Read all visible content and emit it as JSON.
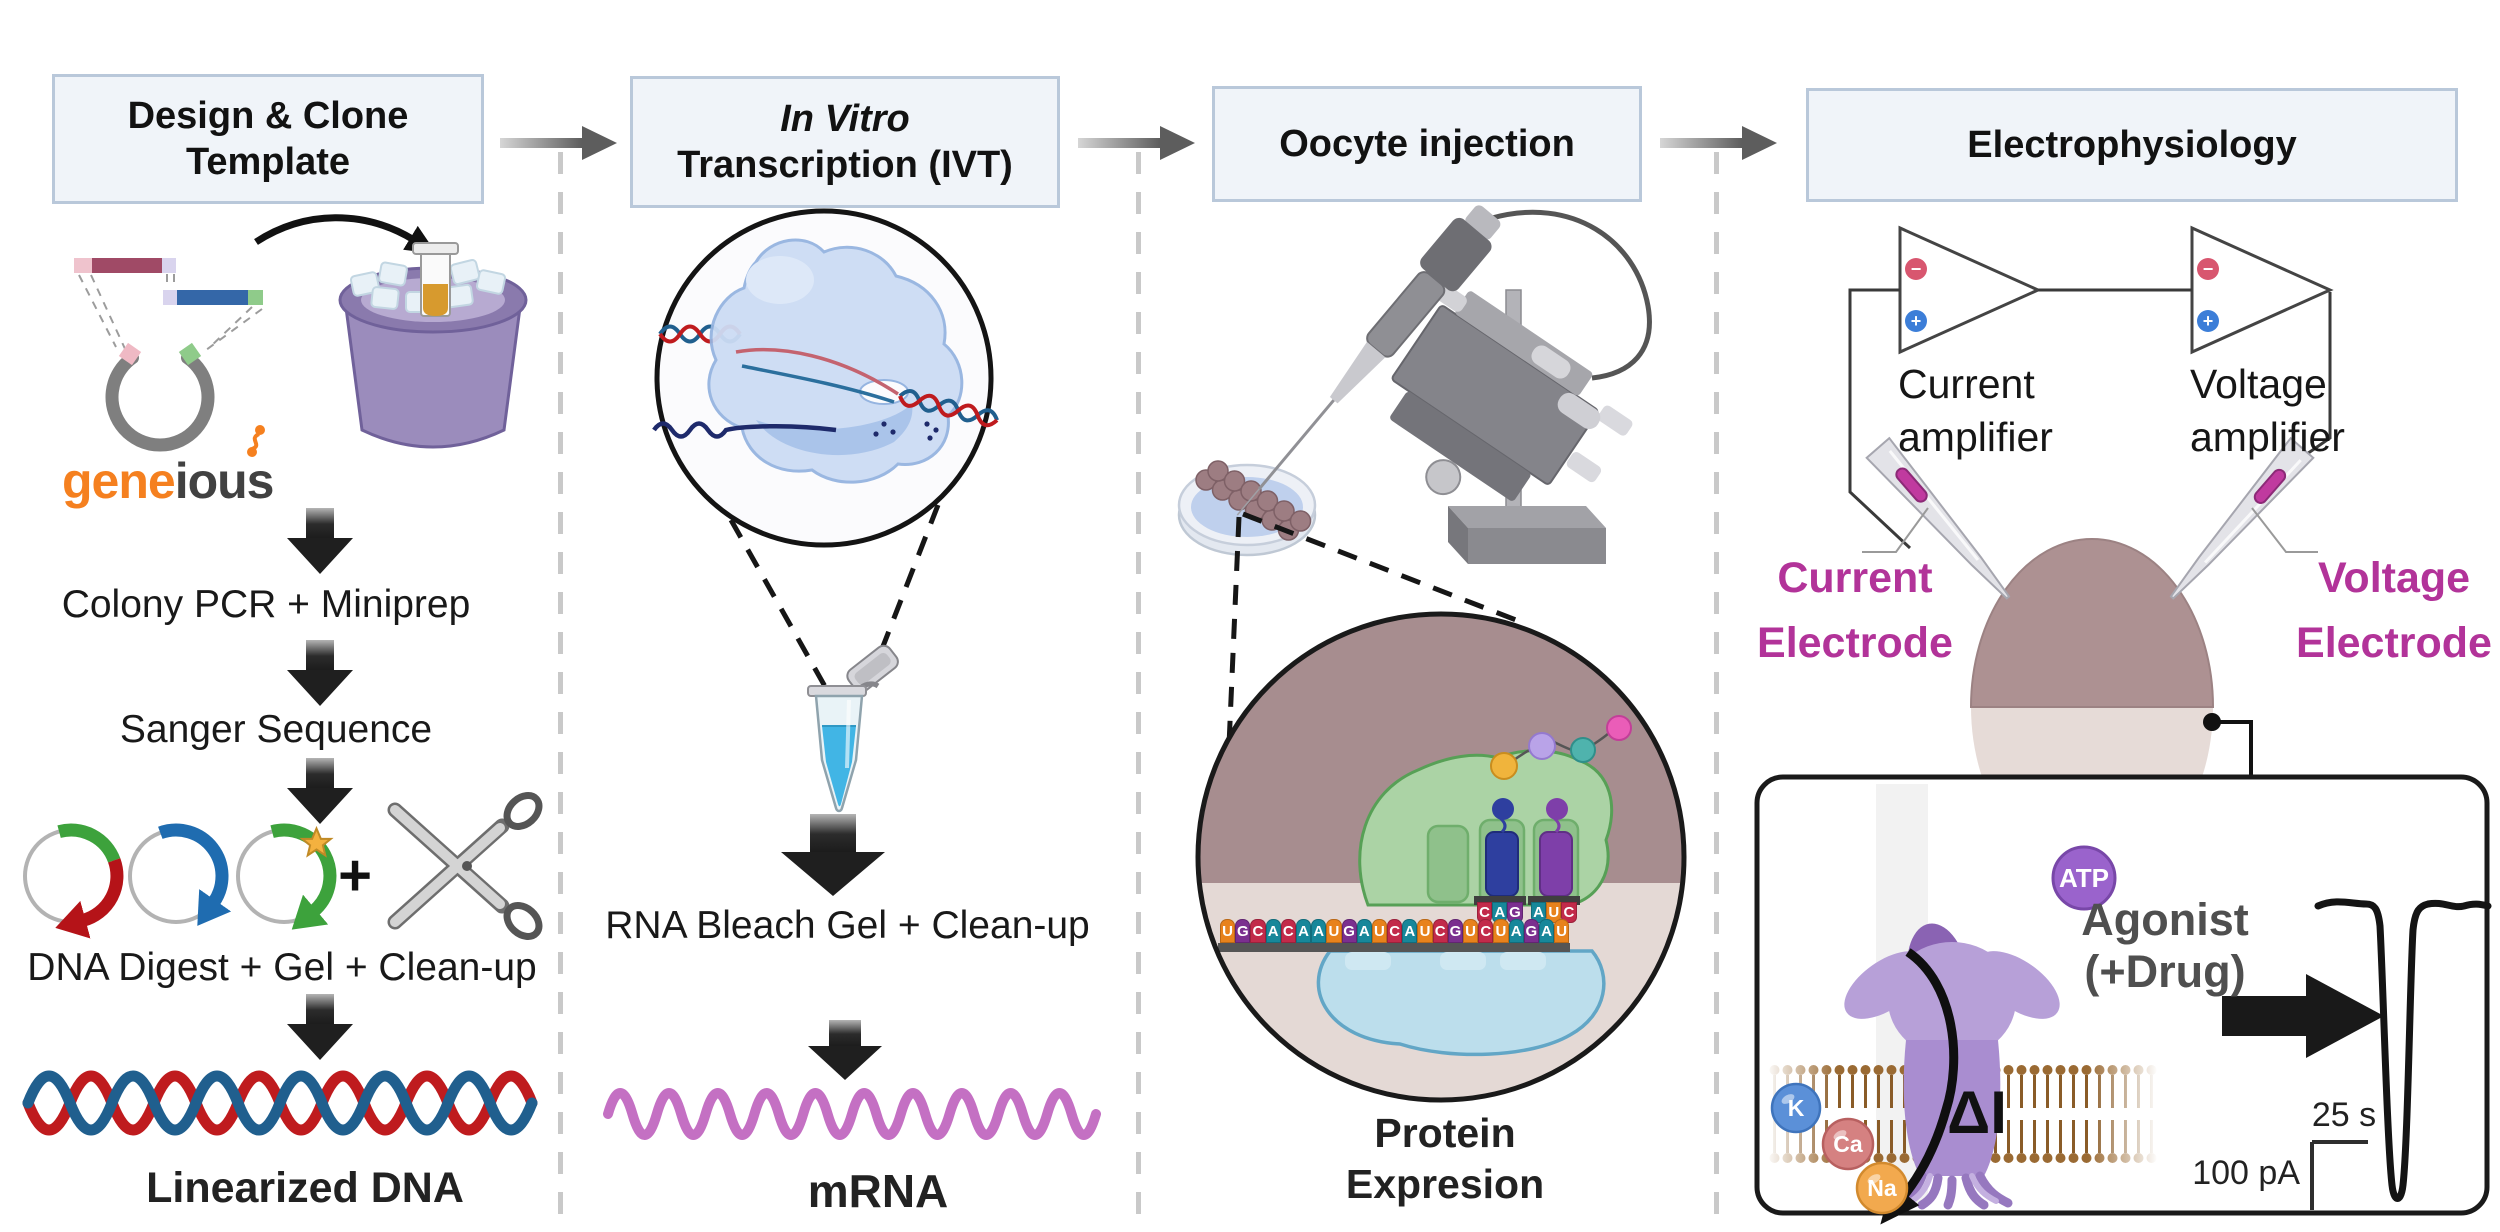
{
  "headers": {
    "col1_line1": "Design & Clone",
    "col1_line2": "Template",
    "col2_line1": "In Vitro",
    "col2_line2": "Transcription (IVT)",
    "col3": "Oocyte injection",
    "col4": "Electrophysiology"
  },
  "col1": {
    "logo_part1": "gene",
    "logo_part2": "ious",
    "step1": "Colony PCR + Miniprep",
    "step2": "Sanger Sequence",
    "step3": "DNA Digest + Gel + Clean-up",
    "plus": "+",
    "result": "Linearized DNA"
  },
  "col2": {
    "step": "RNA Bleach Gel + Clean-up",
    "result": "mRNA"
  },
  "col3": {
    "mrna_sequence": [
      "U",
      "G",
      "C",
      "A",
      "C",
      "A",
      "A",
      "U",
      "G",
      "A",
      "U",
      "C",
      "A",
      "U",
      "C",
      "G",
      "U",
      "C",
      "U",
      "A",
      "G",
      "A",
      "U"
    ],
    "trna1": [
      "C",
      "A",
      "G"
    ],
    "trna2": [
      "A",
      "U",
      "C"
    ],
    "result_line1": "Protein",
    "result_line2": "Expresion"
  },
  "col4": {
    "amp_minus": "−",
    "amp_plus": "+",
    "current_amp_line1": "Current",
    "current_amp_line2": "amplifier",
    "voltage_amp_line1": "Voltage",
    "voltage_amp_line2": "amplifier",
    "current_electrode_line1": "Current",
    "current_electrode_line2": "Electrode",
    "voltage_electrode_line1": "Voltage",
    "voltage_electrode_line2": "Electrode",
    "panel": {
      "atp": "ATP",
      "agonist_line1": "Agonist",
      "agonist_line2": "(+Drug)",
      "delta_i": "ΔI",
      "ion_k": "K",
      "ion_ca": "Ca",
      "ion_na": "Na",
      "scale_time": "25 s",
      "scale_current": "100 pA"
    }
  },
  "colors": {
    "header_bg": "#f0f4f9",
    "header_border": "#b9c8da",
    "electrode_magenta": "#b23399",
    "geneious_orange": "#f5801f",
    "mrna_pink": "#c470c3",
    "dna_red": "#bf1b1e",
    "dna_blue": "#205f8e",
    "tube_cyan": "#41b5e5",
    "bucket_purple": "#9b8cbc",
    "channel_purple": "#b7a0d8",
    "ion_k_blue": "#5b90d8",
    "ion_ca_red": "#d58181",
    "ion_na_orange": "#f2a94e",
    "nt_U": "#e8821c",
    "nt_G": "#7b2f8f",
    "nt_C": "#c22a4a",
    "nt_A": "#17879a"
  }
}
